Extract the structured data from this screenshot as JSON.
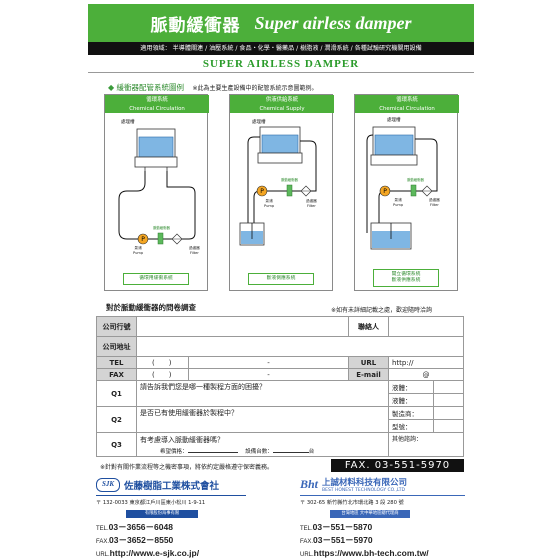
{
  "header": {
    "title_zh": "脈動緩衝器",
    "title_en": "Super airless damper",
    "applications": "適用領域： 半導體關連 / 油壓系統 / 食品・化學・醫藥品 / 樹脂液 / 潤滑系統 / 各種試驗研究機關用設備",
    "subtitle": "SUPER AIRLESS DAMPER"
  },
  "section": {
    "bullet": "◆",
    "title": "緩衝器配管系統圖例",
    "note": "※此為主要生產設備中的配管系統示意圖範例。"
  },
  "panels": [
    {
      "zh": "循環系統",
      "en": "Chemical Circulation",
      "tank": "處理槽",
      "damper_label": "脈動緩衝器",
      "pump_zh": "泵浦",
      "pump_en": "Pump",
      "filter_zh": "過濾器",
      "filter_en": "Filter",
      "footer": "循環用緩衝系統"
    },
    {
      "zh": "供液供給系統",
      "en": "Chemical Supply",
      "tank": "處理槽",
      "damper_label": "脈動緩衝器",
      "pump_zh": "泵浦",
      "pump_en": "Pump",
      "filter_zh": "過濾器",
      "filter_en": "Filter",
      "footer": "斷液側應系統"
    },
    {
      "zh": "循環系統",
      "en": "Chemical Circulation",
      "tank": "處理槽",
      "damper_label": "脈動緩衝器",
      "pump_zh": "泵浦",
      "pump_en": "Pump",
      "filter_zh": "過濾器",
      "filter_en": "Filter",
      "footer_l1": "開立循環系統",
      "footer_l2": "斷液供應系統"
    }
  ],
  "survey": {
    "title": "對於脈動緩衝器的問卷調查",
    "note": "※如有未詳細記載之處，歡迎隨時洽詢",
    "company_label": "公司行號",
    "contact_label": "聯絡人",
    "address_label": "公司地址",
    "tel_label": "TEL",
    "fax_label": "FAX",
    "paren_open": "(",
    "paren_close": ")",
    "dash": "-",
    "url_label": "URL",
    "url_value": "http://",
    "email_label": "E-mail",
    "at": "@",
    "q1_label": "Q1",
    "q1_text": "請告訴我們您是哪一種製程方面的困擾？",
    "q2_label": "Q2",
    "q2_text": "是否已有使用緩衝器於製程中？",
    "q3_label": "Q3",
    "q3_text": "有考慮導入脈動緩衝器嗎？",
    "q3_price": "希望價格：",
    "q3_units": "設備台數：",
    "q3_unit_suffix": "台",
    "liquid_label": "液體：",
    "process_label": "液體：",
    "maker_label": "製造商：",
    "model_label": "型號：",
    "other_label": "其他諮詢：",
    "footer_note": "※針對有關作業流程等之機密事項，將依約定嚴格遵守保密義務。",
    "fax": "FAX. 03-551-5970"
  },
  "companies": [
    {
      "logo": "SJK",
      "name": "佐藤樹脂工業株式會社",
      "address": "〒 132-0033 東京都江戶川區東小松川 1-9-11",
      "band": "有限股份海事有限",
      "tel": "03－3656－6048",
      "fax": "03－3652－8550",
      "url": "http://www.e-sjk.co.jp/",
      "tel_label": "TEL.",
      "fax_label": "FAX.",
      "url_label": "URL."
    },
    {
      "logo": "Bht",
      "name": "上誠材料科技有限公司",
      "sub": "BEST HONEST TECHNOLOGY CO.,LTD",
      "address": "〒 302-65 新竹縣竹北市環北路 3 段 280 號",
      "band": "台灣地區   大中華地區總代理商",
      "tel": "03－551－5870",
      "fax": "03－551－5970",
      "url": "https://www.bh-tech.com.tw/",
      "tel_label": "TEL.",
      "fax_label": "FAX.",
      "url_label": "URL."
    }
  ],
  "colors": {
    "brand_green": "#4caf3a",
    "title_green": "#2a9b2a",
    "sjk_blue": "#1f4fa0",
    "bht_blue": "#3a67b8",
    "black_band": "#111111"
  }
}
